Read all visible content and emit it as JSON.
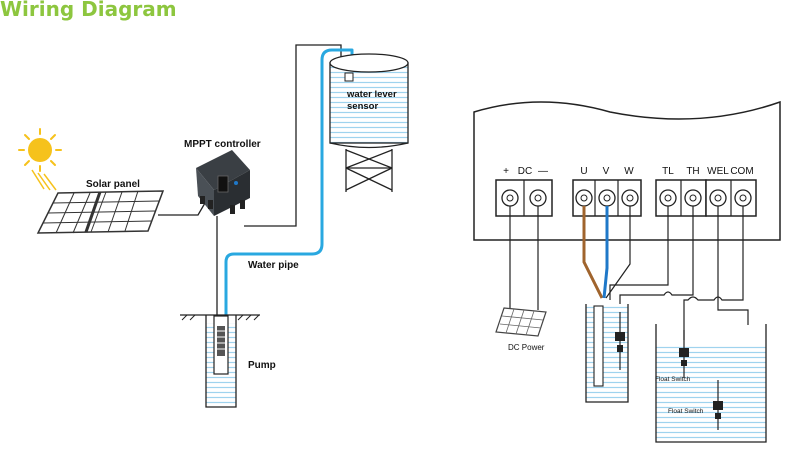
{
  "title": "Wiring Diagram",
  "colors": {
    "title": "#8dc63f",
    "water_pipe": "#29a8e0",
    "wire_u": "#a0642d",
    "wire_v": "#1f78c8",
    "sun": "#f6c21c"
  },
  "left_system": {
    "mppt_label": "MPPT controller",
    "solar_label": "Solar panel",
    "water_pipe_label": "Water pipe",
    "pump_label": "Pump",
    "sensor_label_1": "water lever",
    "sensor_label_2": "sensor"
  },
  "controller_board": {
    "terminals": [
      "+",
      "DC",
      "—",
      "U",
      "V",
      "W",
      "TL",
      "TH",
      "WEL",
      "COM"
    ],
    "dc_power_label": "DC Power",
    "float_switch_label_1": "Float Switch",
    "float_switch_label_2": "Float Switch"
  }
}
